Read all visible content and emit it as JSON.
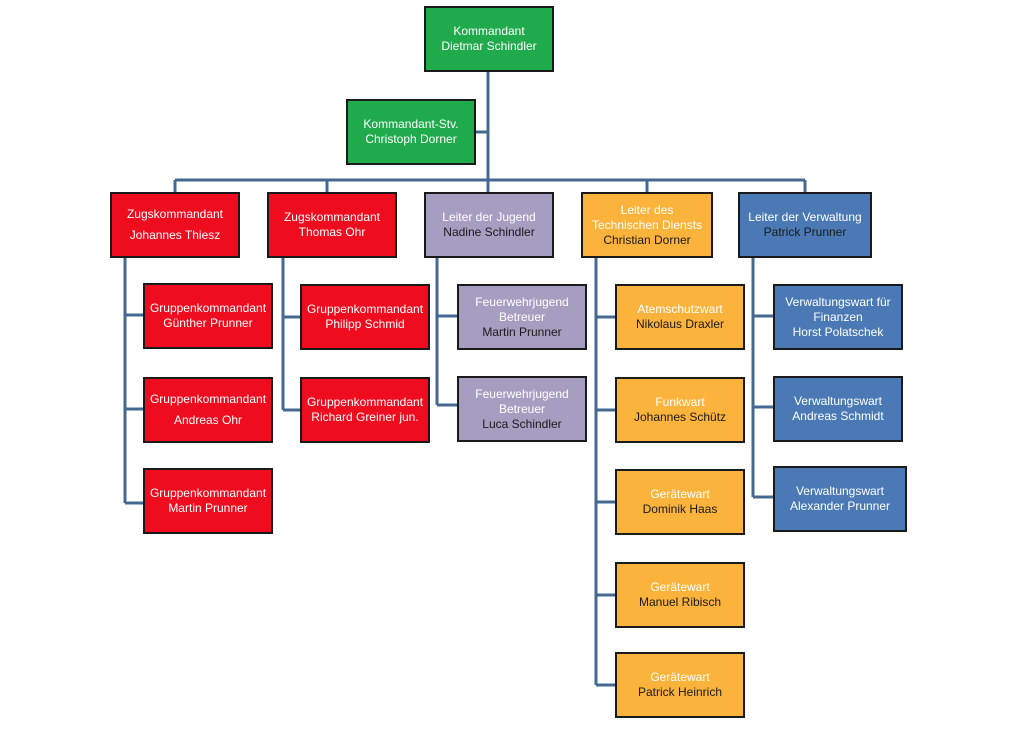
{
  "org_chart": {
    "kommandant": {
      "title": "Kommandant",
      "name": "Dietmar Schindler"
    },
    "stellvertreter": {
      "title": "Kommandant-Stv.",
      "name": "Christoph Dorner"
    },
    "zug1": {
      "title": "Zugskommandant",
      "name": "Johannes Thiesz"
    },
    "zug2": {
      "title": "Zugskommandant",
      "name": "Thomas Ohr"
    },
    "jugend": {
      "title": "Leiter der Jugend",
      "name": "Nadine Schindler"
    },
    "technik": {
      "title_line1": "Leiter des",
      "title_line2": "Technischen Diensts",
      "name": "Christian Dorner"
    },
    "verwaltung": {
      "title": "Leiter der Verwaltung",
      "name": "Patrick Prunner"
    },
    "gruppe1": {
      "title": "Gruppenkommandant",
      "name": "Günther Prunner"
    },
    "gruppe2": {
      "title": "Gruppenkommandant",
      "name": "Andreas Ohr"
    },
    "gruppe3": {
      "title": "Gruppenkommandant",
      "name": "Martin Prunner"
    },
    "gruppe4": {
      "title": "Gruppenkommandant",
      "name": "Philipp Schmid"
    },
    "gruppe5": {
      "title": "Gruppenkommandant",
      "name": "Richard Greiner jun."
    },
    "fj1": {
      "title_line1": "Feuerwehrjugend",
      "title_line2": "Betreuer",
      "name": "Martin Prunner"
    },
    "fj2": {
      "title_line1": "Feuerwehrjugend",
      "title_line2": "Betreuer",
      "name": "Luca Schindler"
    },
    "atemschutz": {
      "title": "Atemschutzwart",
      "name": "Nikolaus Draxler"
    },
    "funk": {
      "title": "Funkwart",
      "name": "Johannes Schütz"
    },
    "geraet1": {
      "title": "Gerätewart",
      "name": "Dominik Haas"
    },
    "geraet2": {
      "title": "Gerätewart",
      "name": "Manuel Ribisch"
    },
    "geraet3": {
      "title": "Gerätewart",
      "name": "Patrick Heinrich"
    },
    "finanzen": {
      "title_line1": "Verwaltungswart für",
      "title_line2": "Finanzen",
      "name": "Horst Polatschek"
    },
    "vw1": {
      "title": "Verwaltungswart",
      "name": "Andreas Schmidt"
    },
    "vw2": {
      "title": "Verwaltungswart",
      "name": "Alexander Prunner"
    }
  },
  "colors": {
    "leadership": "#1faa4c",
    "zug": "#ee0c1e",
    "jugend": "#a79dc1",
    "technik": "#fbb33b",
    "verwaltung": "#4a79b6",
    "connector": "#44688f"
  }
}
